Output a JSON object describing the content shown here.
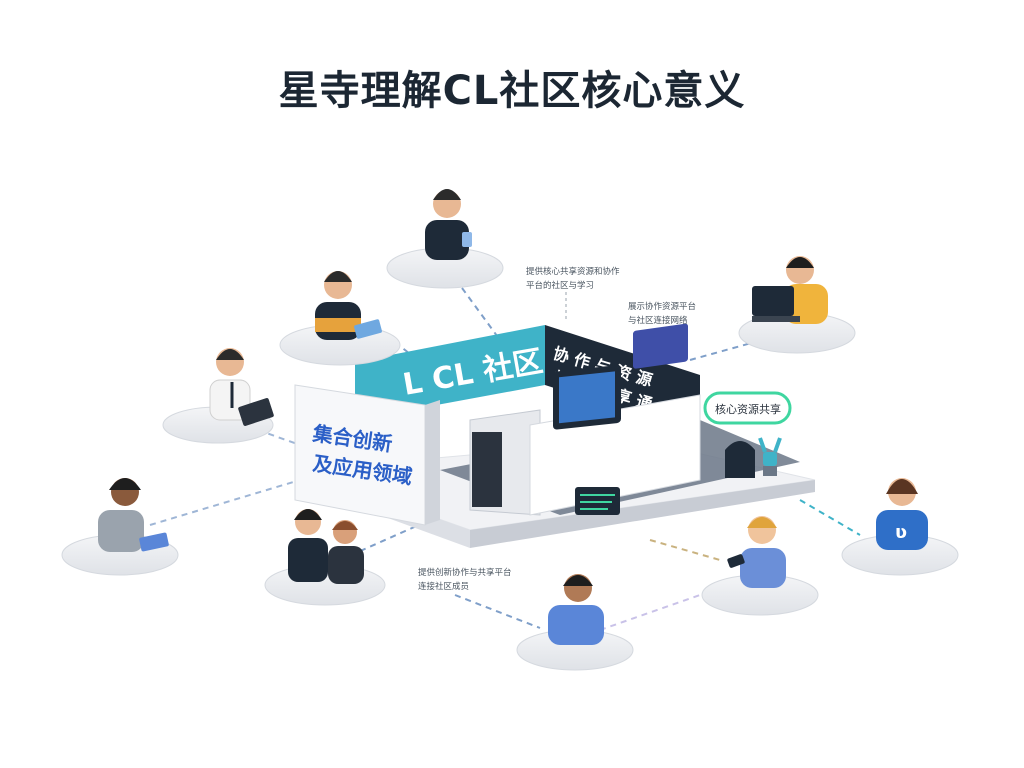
{
  "title": "星寺理解CL社区核心意义",
  "center": {
    "banner_main": "L CL 社区",
    "banner_dark_line1": "协 作 与 资 源",
    "banner_dark_line2": "核 心 共 享 通",
    "left_panel_line1": "集合创新",
    "left_panel_line2": "及应用领域",
    "pill_text": "核心资源共享"
  },
  "annotations": [
    {
      "line1": "提供核心共享资源和协作",
      "line2": "平台的社区与学习"
    },
    {
      "line1": "展示协作资源平台",
      "line2": "与社区连接网络"
    },
    {
      "line1": "提供创新协作与共享平台",
      "line2": "连接社区成员"
    }
  ],
  "colors": {
    "teal": "#3fb3c8",
    "dark_navy": "#1e2a38",
    "accent_green": "#3fd6a0",
    "blue_text": "#2b5fc7",
    "tile": "#eceef1",
    "dash": "#7f9fc9"
  }
}
